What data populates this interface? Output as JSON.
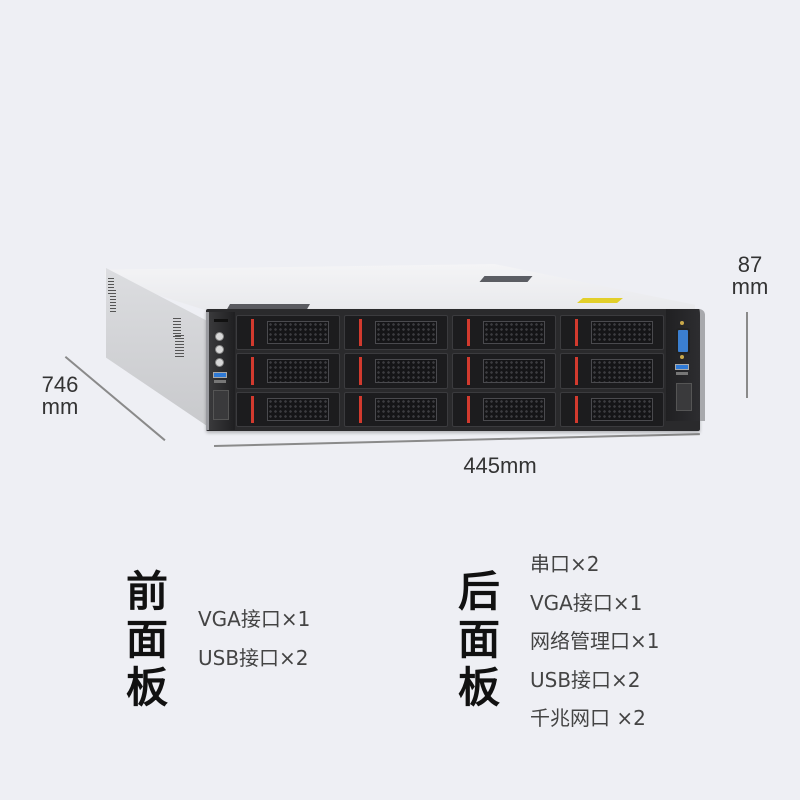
{
  "dimensions": {
    "depth": {
      "value": "746",
      "unit": "mm"
    },
    "height": {
      "value": "87",
      "unit": "mm"
    },
    "width": {
      "value": "445mm"
    }
  },
  "server": {
    "drive_bays": 12,
    "bay_layout": {
      "columns": 4,
      "rows": 3
    },
    "colors": {
      "chassis": "#e6e7ea",
      "faceplate": "#2a2a2c",
      "latch_accent": "#d23a2e",
      "usb": "#2f7ad6",
      "vga": "#3b7fd0"
    }
  },
  "front_panel": {
    "title_chars": [
      "前",
      "面",
      "板"
    ],
    "ports": [
      {
        "label": "VGA接口×1"
      },
      {
        "label": "USB接口×2"
      }
    ]
  },
  "rear_panel": {
    "title_chars": [
      "后",
      "面",
      "板"
    ],
    "ports": [
      {
        "label": "串口×2"
      },
      {
        "label": "VGA接口×1"
      },
      {
        "label": "网络管理口×1"
      },
      {
        "label": "USB接口×2"
      },
      {
        "label": "千兆网口 ×2"
      }
    ]
  },
  "background_color": "#eeeff4"
}
